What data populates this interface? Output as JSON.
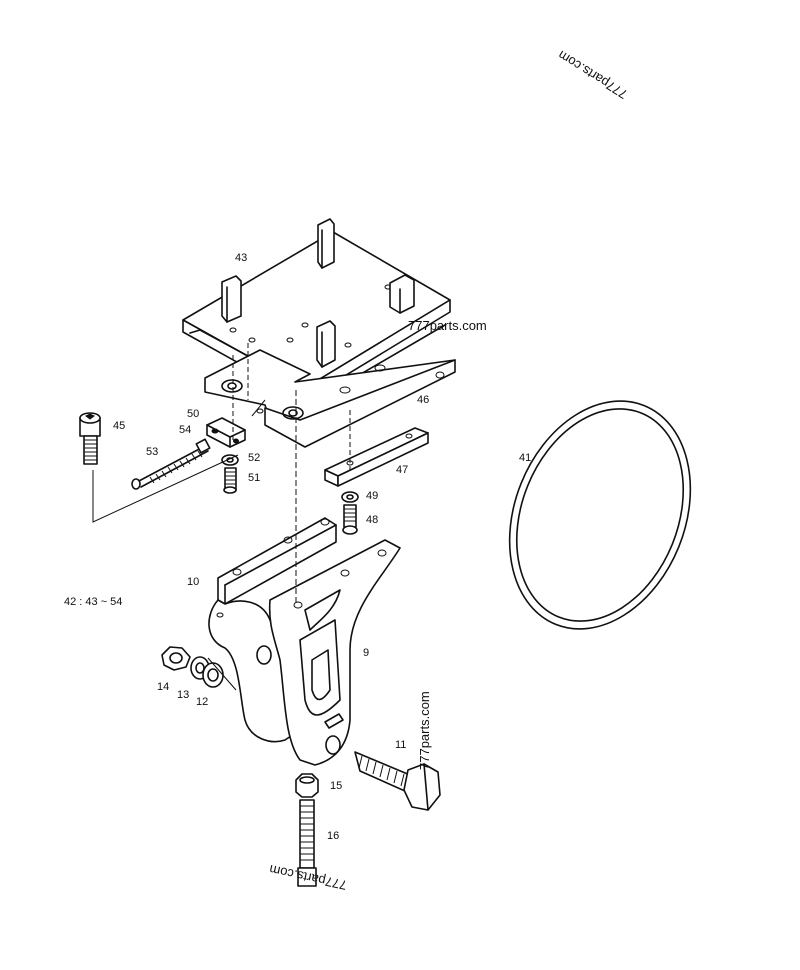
{
  "watermarks": {
    "top_right": "777parts.com",
    "center": "777parts.com",
    "vertical": "777parts.com",
    "bottom": "777parts.com"
  },
  "callouts": {
    "p43": "43",
    "p45": "45",
    "p46": "46",
    "p47": "47",
    "p50": "50",
    "p54": "54",
    "p53": "53",
    "p52": "52",
    "p51": "51",
    "p49": "49",
    "p48": "48",
    "p41": "41",
    "p10": "10",
    "p9": "9",
    "p14": "14",
    "p13": "13",
    "p12": "12",
    "p11": "11",
    "p15": "15",
    "p16": "16"
  },
  "assembly_note": "42 : 43 ~ 54"
}
